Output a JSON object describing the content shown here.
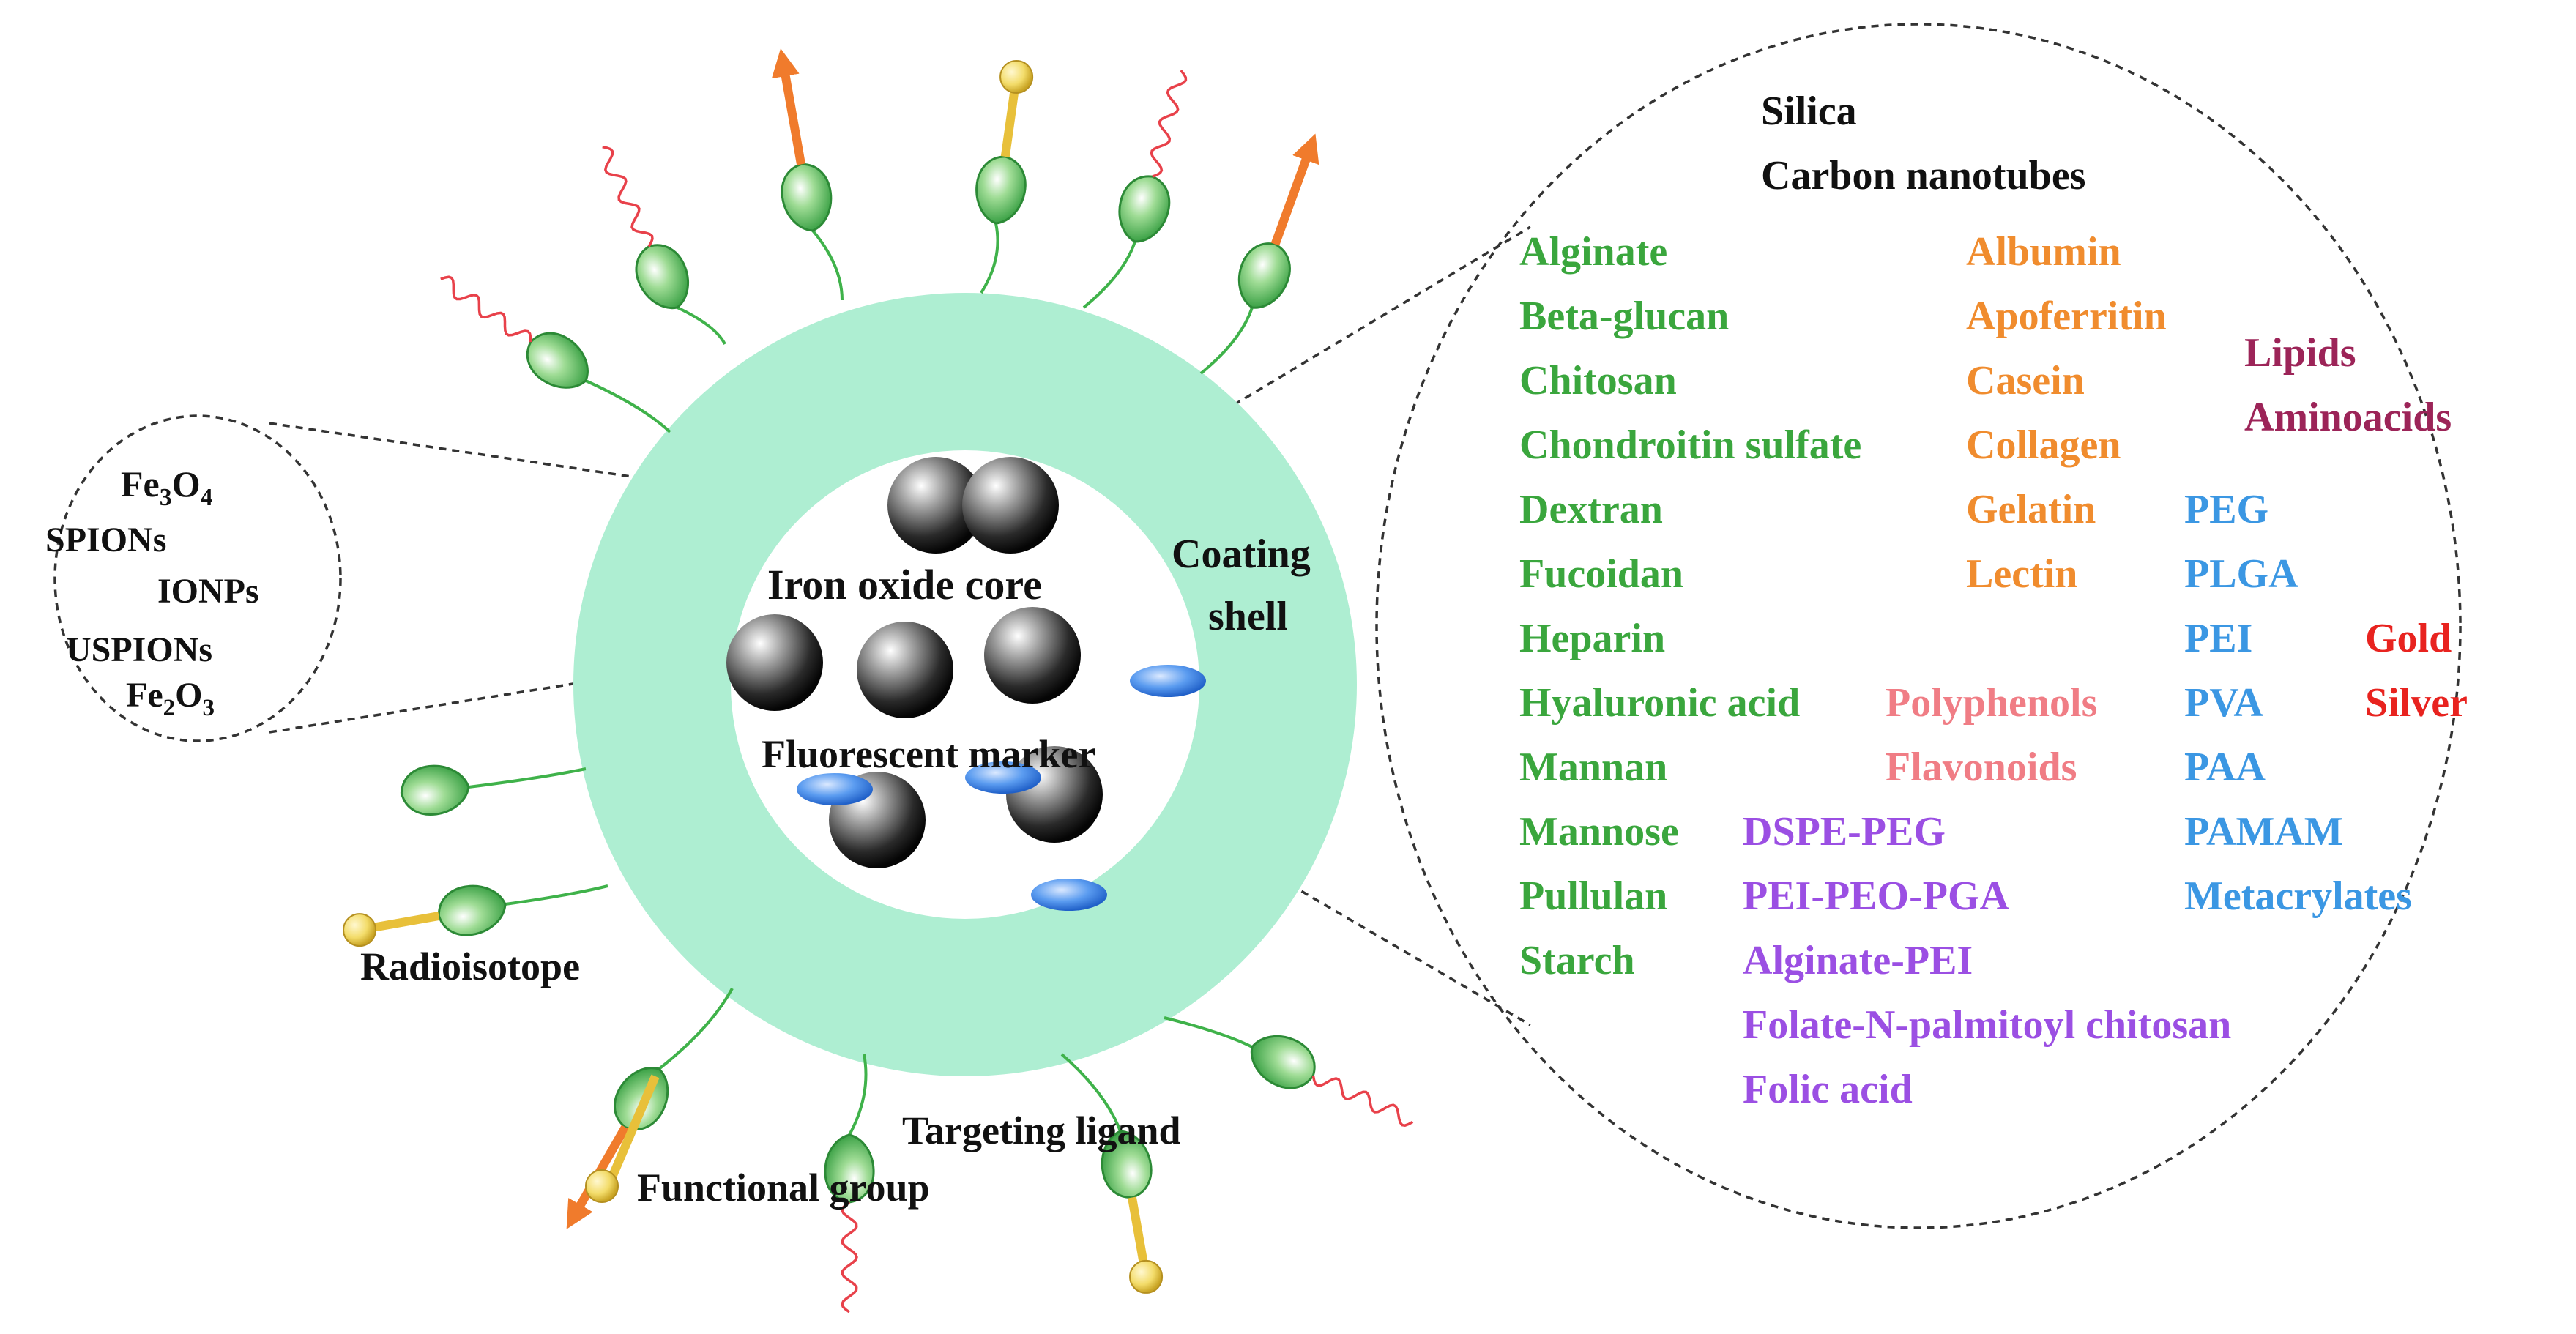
{
  "colors": {
    "shell": "#aeeed2",
    "core_inner": "#ffffff",
    "bulb_green": "#3fb24a",
    "arrow_orange": "#f07b2c",
    "stick_yellow": "#e8c03a",
    "wave_red": "#e8414a",
    "marker_blue": "#3b86e8",
    "text_black": "#111111",
    "green_group": "#3aa63d",
    "orange_group": "#f08c2e",
    "maroon_group": "#9c2458",
    "blue_group": "#3b97e3",
    "red_group": "#e8231f",
    "pink_group": "#f07d85",
    "purple_group": "#9b4fe3"
  },
  "labels": {
    "iron_oxide_core": "Iron oxide core",
    "coating_shell_line1": "Coating",
    "coating_shell_line2": "shell",
    "fluorescent_marker": "Fluorescent marker",
    "radioisotope": "Radioisotope",
    "targeting_ligand": "Targeting ligand",
    "functional_group": "Functional group"
  },
  "core_types": {
    "fe3o4_base": "Fe",
    "fe3o4_sub1": "3",
    "fe3o4_mid": "O",
    "fe3o4_sub2": "4",
    "spions": "SPIONs",
    "ionps": "IONPs",
    "uspions": "USPIONs",
    "fe2o3_base": "Fe",
    "fe2o3_sub1": "2",
    "fe2o3_mid": "O",
    "fe2o3_sub2": "3"
  },
  "materials": {
    "black": [
      "Silica",
      "Carbon nanotubes"
    ],
    "green": [
      "Alginate",
      "Beta-glucan",
      "Chitosan",
      "Chondroitin sulfate",
      "Dextran",
      "Fucoidan",
      "Heparin",
      "Hyaluronic acid",
      "Mannan",
      "Mannose",
      "Pullulan",
      "Starch"
    ],
    "orange": [
      "Albumin",
      "Apoferritin",
      "Casein",
      "Collagen",
      "Gelatin",
      "Lectin"
    ],
    "maroon": [
      "Lipids",
      "Aminoacids"
    ],
    "blue": [
      "PEG",
      "PLGA",
      "PEI",
      "PVA",
      "PAA",
      "PAMAM",
      "Metacrylates"
    ],
    "red": [
      "Gold",
      "Silver"
    ],
    "pink": [
      "Polyphenols",
      "Flavonoids"
    ],
    "purple": [
      "DSPE-PEG",
      "PEI-PEO-PGA",
      "Alginate-PEI",
      "Folate-N-palmitoyl chitosan",
      "Folic acid"
    ]
  },
  "icons": {
    "ligand": "green-bulb-ligand-icon",
    "arrow": "orange-arrow-functional-group-icon",
    "radioisotope": "yellow-pin-radioisotope-icon",
    "wave": "red-wavy-chain-icon",
    "core_particle": "black-sphere-iron-oxide-icon",
    "marker": "blue-ellipse-fluorescent-marker-icon"
  }
}
